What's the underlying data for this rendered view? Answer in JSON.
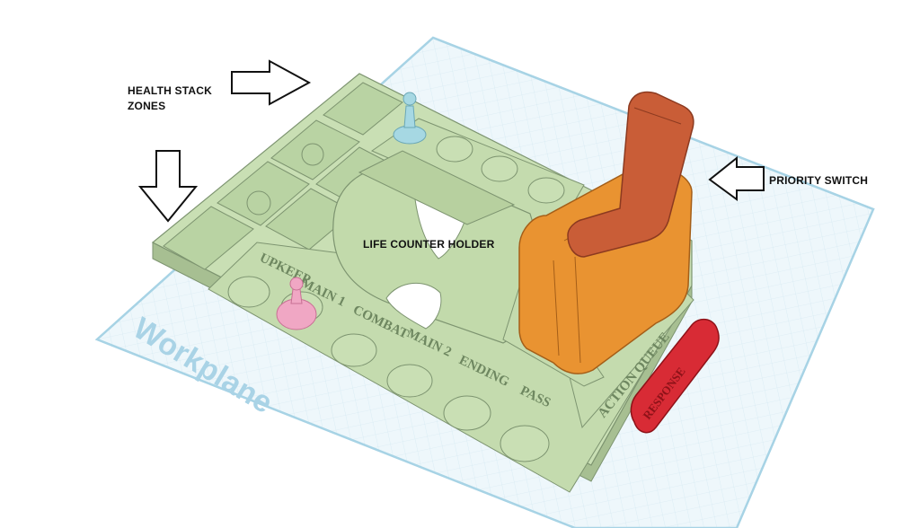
{
  "annotations": {
    "health_stack_line1": "HEALTH STACK",
    "health_stack_line2": "ZONES",
    "priority_switch": "PRIORITY SWITCH",
    "life_counter_holder": "LIFE COUNTER HOLDER"
  },
  "workplane": {
    "label": "Workplane"
  },
  "board": {
    "phase_labels": [
      "UPKEEP",
      "MAIN 1",
      "COMBAT",
      "MAIN 2",
      "ENDING",
      "PASS"
    ],
    "action_queue_label": "ACTION QUEUE",
    "instant_tag_label": "RESPONSE"
  },
  "colors": {
    "workplane_fill": "#eef7fb",
    "workplane_grid": "#b9dcea",
    "workplane_label": "#a9d3e6",
    "board_fill": "#c9dfb4",
    "board_stroke": "#7d9470",
    "switch_base": "#e99331",
    "switch_lever": "#c95d37",
    "tag_red": "#d82b35",
    "pawn_blue": "#a6d8e3",
    "pawn_pink": "#f0a7c4"
  },
  "icons": [
    "arrow-right-icon",
    "arrow-down-icon",
    "arrow-left-icon"
  ]
}
